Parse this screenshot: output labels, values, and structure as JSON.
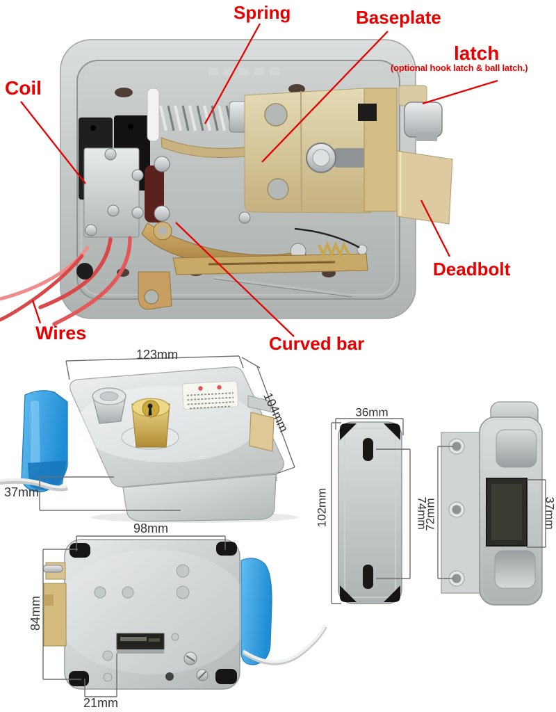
{
  "part_labels": {
    "spring": "Spring",
    "baseplate": "Baseplate",
    "latch": "latch",
    "latch_note": "(optional hook latch & ball latch.)",
    "coil": "Coil",
    "deadbolt": "Deadbolt",
    "wires": "Wires",
    "curved_bar": "Curved bar"
  },
  "dimension_labels": {
    "front_width": "123mm",
    "front_depth": "104mm",
    "front_height": "37mm",
    "back_width": "98mm",
    "back_height": "84mm",
    "back_slot_offset": "21mm",
    "cover_width": "36mm",
    "cover_height": "102mm",
    "cover_slot_span": "74mm",
    "strike_hole_span": "72mm",
    "strike_opening_height": "37mm"
  },
  "colors": {
    "annotation_red": "#e60000",
    "dimension_text": "#333333",
    "dimension_line": "#6e6e6e",
    "handle_blue": "#2f9fe2",
    "brass": "#cdb272",
    "deadbolt_tan": "#ddcaa0",
    "steel": "#c6cac9"
  }
}
